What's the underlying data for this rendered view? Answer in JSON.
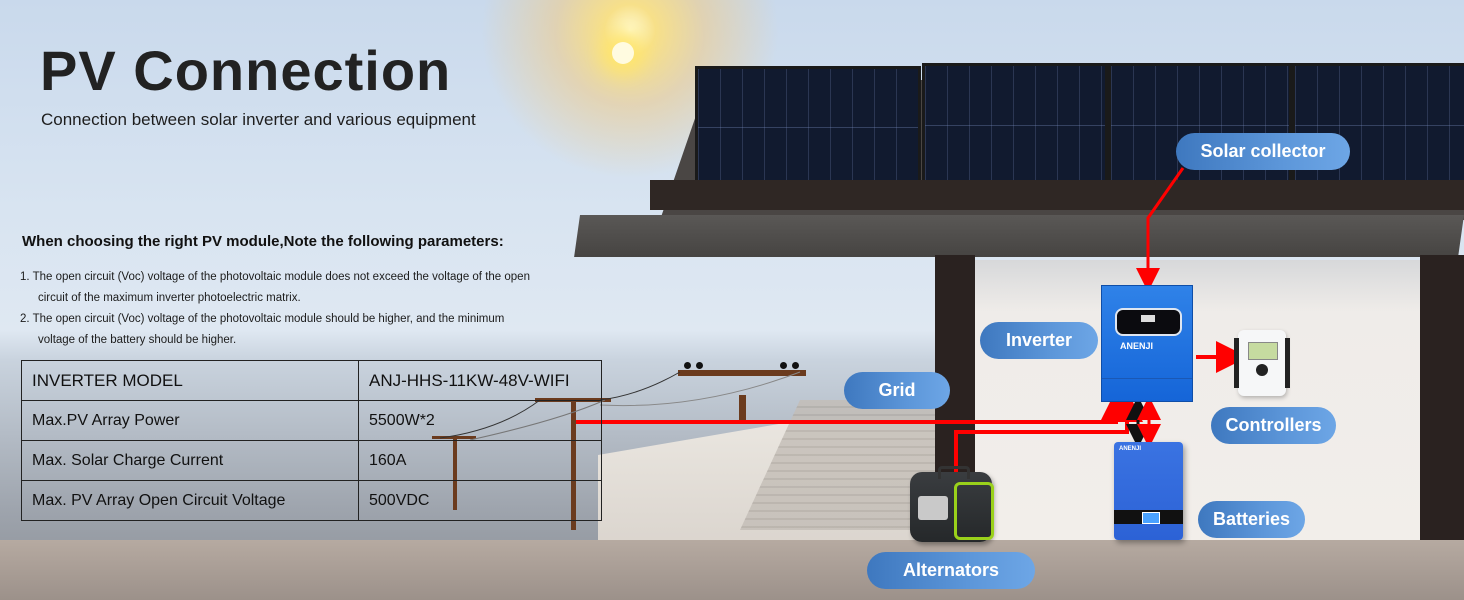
{
  "header": {
    "title": "PV Connection",
    "subtitle": "Connection between solar inverter and various equipment"
  },
  "notes": {
    "heading": "When choosing the right PV module,Note the following parameters:",
    "items": [
      "1. The open circuit (Voc) voltage of the photovoltaic module does not exceed the voltage of the open circuit of the maximum inverter photoelectric matrix.",
      "2. The open circuit (Voc) voltage of the photovoltaic module should be higher, and the minimum voltage of the battery should be higher."
    ]
  },
  "spec_table": {
    "rows": [
      {
        "label": "INVERTER MODEL",
        "value": "ANJ-HHS-11KW-48V-WIFI"
      },
      {
        "label": "Max.PV Array Power",
        "value": "5500W*2"
      },
      {
        "label": "Max. Solar Charge Current",
        "value": "160A"
      },
      {
        "label": "Max. PV Array Open Circuit Voltage",
        "value": "500VDC"
      }
    ]
  },
  "diagram": {
    "labels": {
      "solar_collector": "Solar collector",
      "inverter": "Inverter",
      "grid": "Grid",
      "controllers": "Controllers",
      "batteries": "Batteries",
      "alternators": "Alternators"
    },
    "brand": "ANENJI",
    "colors": {
      "wire_red": "#ff0000",
      "wire_black": "#111111",
      "label_blue": "#4a86cc",
      "device_blue": "#1e6fe0"
    }
  }
}
